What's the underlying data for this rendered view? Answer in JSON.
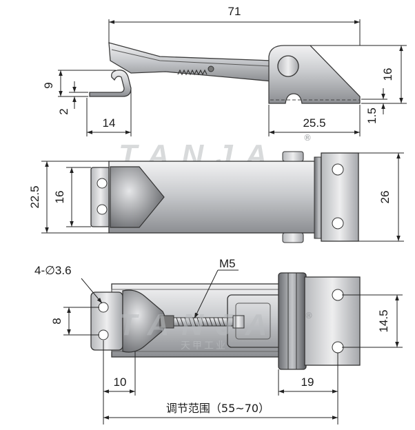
{
  "watermark": {
    "brand": "TANJA",
    "registered": "®",
    "chinese": "天甲工业"
  },
  "side_view": {
    "overall_length": "71",
    "height": "16",
    "hook_height": "9",
    "hook_thickness": "2",
    "hook_offset": "14",
    "base_length": "25.5",
    "base_thickness": "1.5"
  },
  "top_view": {
    "width_outer": "22.5",
    "width_inner": "16",
    "width_right": "26"
  },
  "bottom_view": {
    "holes": "4-∅3.6",
    "thread": "M5",
    "hole_pitch_left": "8",
    "hole_pitch_right": "14.5",
    "left_offset": "10",
    "right_offset": "19",
    "adjust_range": "调节范围（55~70）"
  },
  "colors": {
    "metal_light": "#d9dadc",
    "metal_mid": "#a8aaad",
    "metal_dark": "#5e6064",
    "line": "#222222"
  }
}
